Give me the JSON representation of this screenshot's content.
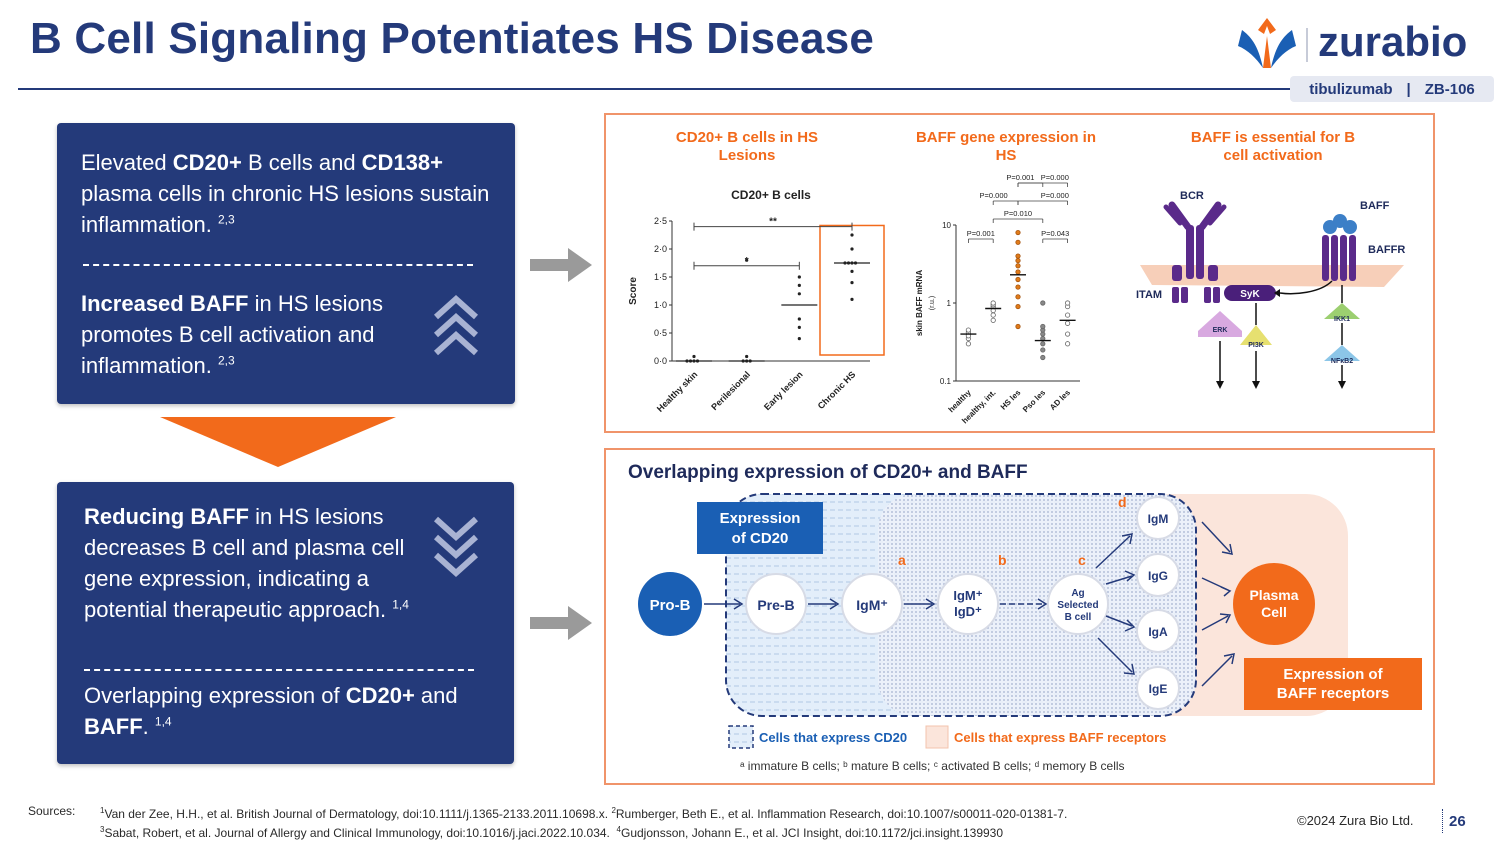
{
  "header": {
    "title": "B Cell Signaling Potentiates HS Disease",
    "brand": "zurabio",
    "drug_name": "tibulizumab",
    "drug_sep": "|",
    "drug_code": "ZB-106",
    "colors": {
      "navy": "#243a7a",
      "orange": "#f26a1b",
      "blue": "#1a5fb4"
    }
  },
  "left": {
    "box1": {
      "p1": {
        "a": "Elevated ",
        "b": "CD20+",
        "c": " B cells and ",
        "d": "CD138+",
        "e": " plasma cells in chronic HS lesions sustain inflammation. ",
        "sup": "2,3"
      },
      "p2": {
        "b": "Increased BAFF",
        "c": " in HS lesions promotes B cell activation and inflammation. ",
        "sup": "2,3"
      }
    },
    "box2": {
      "p1": {
        "b": "Reducing BAFF",
        "c": " in HS lesions decreases B cell and plasma cell gene expression, indicating a potential therapeutic approach. ",
        "sup": "1,4"
      },
      "p2": {
        "a": "Overlapping expression of ",
        "b": "CD20+",
        "c": " and ",
        "d": "BAFF",
        "e": ". ",
        "sup": "1,4"
      }
    }
  },
  "top_panel": {
    "chart1": {
      "heading": "CD20+ B cells in HS Lesions"
    },
    "chart2": {
      "heading": "BAFF gene expression in HS"
    },
    "pathway": {
      "heading": "BAFF is essential for B cell activation",
      "labels": {
        "bcr": "BCR",
        "itam": "ITAM",
        "syk": "SyK",
        "erk": "ERK",
        "pi3k": "PI3K",
        "baff": "BAFF",
        "baffr": "BAFFR",
        "ikk1": "IKK1",
        "nfkb2": "NFκB2"
      }
    }
  },
  "chart_data": [
    {
      "type": "scatter",
      "title": "CD20+ B cells",
      "ylabel": "Score",
      "xlabel": "",
      "ylim": [
        0,
        2.5
      ],
      "yticks": [
        "0·0",
        "0·5",
        "1·0",
        "1·5",
        "2·0",
        "2·5"
      ],
      "categories": [
        "Healthy skin",
        "Perilesional",
        "Early lesion",
        "Chronic HS"
      ],
      "points": [
        [
          0,
          0
        ],
        [
          0,
          0
        ],
        [
          0,
          0
        ],
        [
          0,
          0
        ],
        [
          0,
          0.08
        ],
        [
          1,
          0
        ],
        [
          1,
          0
        ],
        [
          1,
          0
        ],
        [
          1,
          0.08
        ],
        [
          1,
          1.8
        ],
        [
          2,
          0.4
        ],
        [
          2,
          0.6
        ],
        [
          2,
          0.75
        ],
        [
          2,
          1.2
        ],
        [
          2,
          1.35
        ],
        [
          2,
          1.5
        ],
        [
          3,
          1.1
        ],
        [
          3,
          1.4
        ],
        [
          3,
          1.6
        ],
        [
          3,
          1.75
        ],
        [
          3,
          1.75
        ],
        [
          3,
          1.75
        ],
        [
          3,
          1.75
        ],
        [
          3,
          2.0
        ],
        [
          3,
          2.25
        ]
      ],
      "medians": [
        0,
        0,
        1.0,
        1.75
      ],
      "significance": [
        {
          "from": 0,
          "to": 3,
          "y": 2.4,
          "label": "**"
        },
        {
          "from": 0,
          "to": 2,
          "y": 1.7,
          "label": "*"
        }
      ],
      "highlight": "Chronic HS",
      "grid": false
    },
    {
      "type": "scatter",
      "title": "",
      "ylabel": "skin BAFF mRNA",
      "yunit": "(r.u.)",
      "xlabel": "",
      "yscale": "log",
      "ylim": [
        0.1,
        10
      ],
      "yticks": [
        "0.1",
        "1",
        "10"
      ],
      "categories": [
        "healthy",
        "healthy, int.",
        "HS les",
        "Pso les",
        "AD les"
      ],
      "points": [
        [
          0,
          0.3
        ],
        [
          0,
          0.35
        ],
        [
          0,
          0.4
        ],
        [
          0,
          0.42
        ],
        [
          0,
          0.45
        ],
        [
          0,
          0.38
        ],
        [
          1,
          0.6
        ],
        [
          1,
          0.7
        ],
        [
          1,
          0.8
        ],
        [
          1,
          0.9
        ],
        [
          1,
          0.95
        ],
        [
          1,
          1.0
        ],
        [
          2,
          0.5
        ],
        [
          2,
          0.9
        ],
        [
          2,
          1.2
        ],
        [
          2,
          1.6
        ],
        [
          2,
          2.0
        ],
        [
          2,
          2.5
        ],
        [
          2,
          3.0
        ],
        [
          2,
          3.5
        ],
        [
          2,
          4.0
        ],
        [
          2,
          6.0
        ],
        [
          2,
          8.0
        ],
        [
          3,
          0.2
        ],
        [
          3,
          0.25
        ],
        [
          3,
          0.3
        ],
        [
          3,
          0.35
        ],
        [
          3,
          0.4
        ],
        [
          3,
          0.45
        ],
        [
          3,
          0.5
        ],
        [
          3,
          1.0
        ],
        [
          4,
          0.3
        ],
        [
          4,
          0.4
        ],
        [
          4,
          0.55
        ],
        [
          4,
          0.7
        ],
        [
          4,
          0.9
        ],
        [
          4,
          1.0
        ]
      ],
      "medians": [
        0.4,
        0.85,
        2.3,
        0.33,
        0.6
      ],
      "significance": [
        {
          "from": 2,
          "to": 3,
          "label": "P=0.001"
        },
        {
          "from": 2,
          "to": 4,
          "label": "P=0.000"
        },
        {
          "from": 1,
          "to": 2,
          "label": "P=0.000"
        },
        {
          "from": 2,
          "to": 4,
          "label": "P=0.000"
        },
        {
          "from": 1,
          "to": 3,
          "label": "P=0.010"
        },
        {
          "from": 0,
          "to": 1,
          "label": "P=0.001"
        },
        {
          "from": 3,
          "to": 4,
          "label": "P=0.043"
        }
      ],
      "grid": false
    }
  ],
  "bottom_panel": {
    "title": "Overlapping expression of CD20+ and BAFF",
    "cd20_label": "Expression of CD20",
    "baffr_label": "Expression of BAFF receptors",
    "cells": {
      "pro_b": "Pro-B",
      "pre_b": "Pre-B",
      "igm": "IgM⁺",
      "igm_igd_1": "IgM⁺",
      "igm_igd_2": "IgD⁺",
      "ag_1": "Ag",
      "ag_2": "Selected",
      "ag_3": "B cell",
      "out_igm": "IgM",
      "out_igg": "IgG",
      "out_iga": "IgA",
      "out_ige": "IgE",
      "plasma_1": "Plasma",
      "plasma_2": "Cell"
    },
    "stage_letters": {
      "a": "a",
      "b": "b",
      "c": "c",
      "d": "d"
    },
    "legend": {
      "cd20": "Cells that express CD20",
      "baff": "Cells that express BAFF receptors"
    },
    "footnote": "ᵃ immature B cells; ᵇ mature B cells; ᶜ activated B cells; ᵈ memory B cells"
  },
  "footer": {
    "sources_label": "Sources:",
    "ref1": "Van der Zee, H.H., et al. British Journal of Dermatology, doi:10.1111/j.1365-2133.2011.10698.x.",
    "ref2": "Rumberger, Beth E., et al. Inflammation Research, doi:10.1007/s00011-020-01381-7.",
    "ref3": "Sabat, Robert, et al. Journal of Allergy and Clinical Immunology, doi:10.1016/j.jaci.2022.10.034.",
    "ref4": "Gudjonsson, Johann E., et al. JCI Insight, doi:10.1172/jci.insight.139930",
    "copyright": "©2024 Zura Bio Ltd.",
    "page": "26"
  }
}
